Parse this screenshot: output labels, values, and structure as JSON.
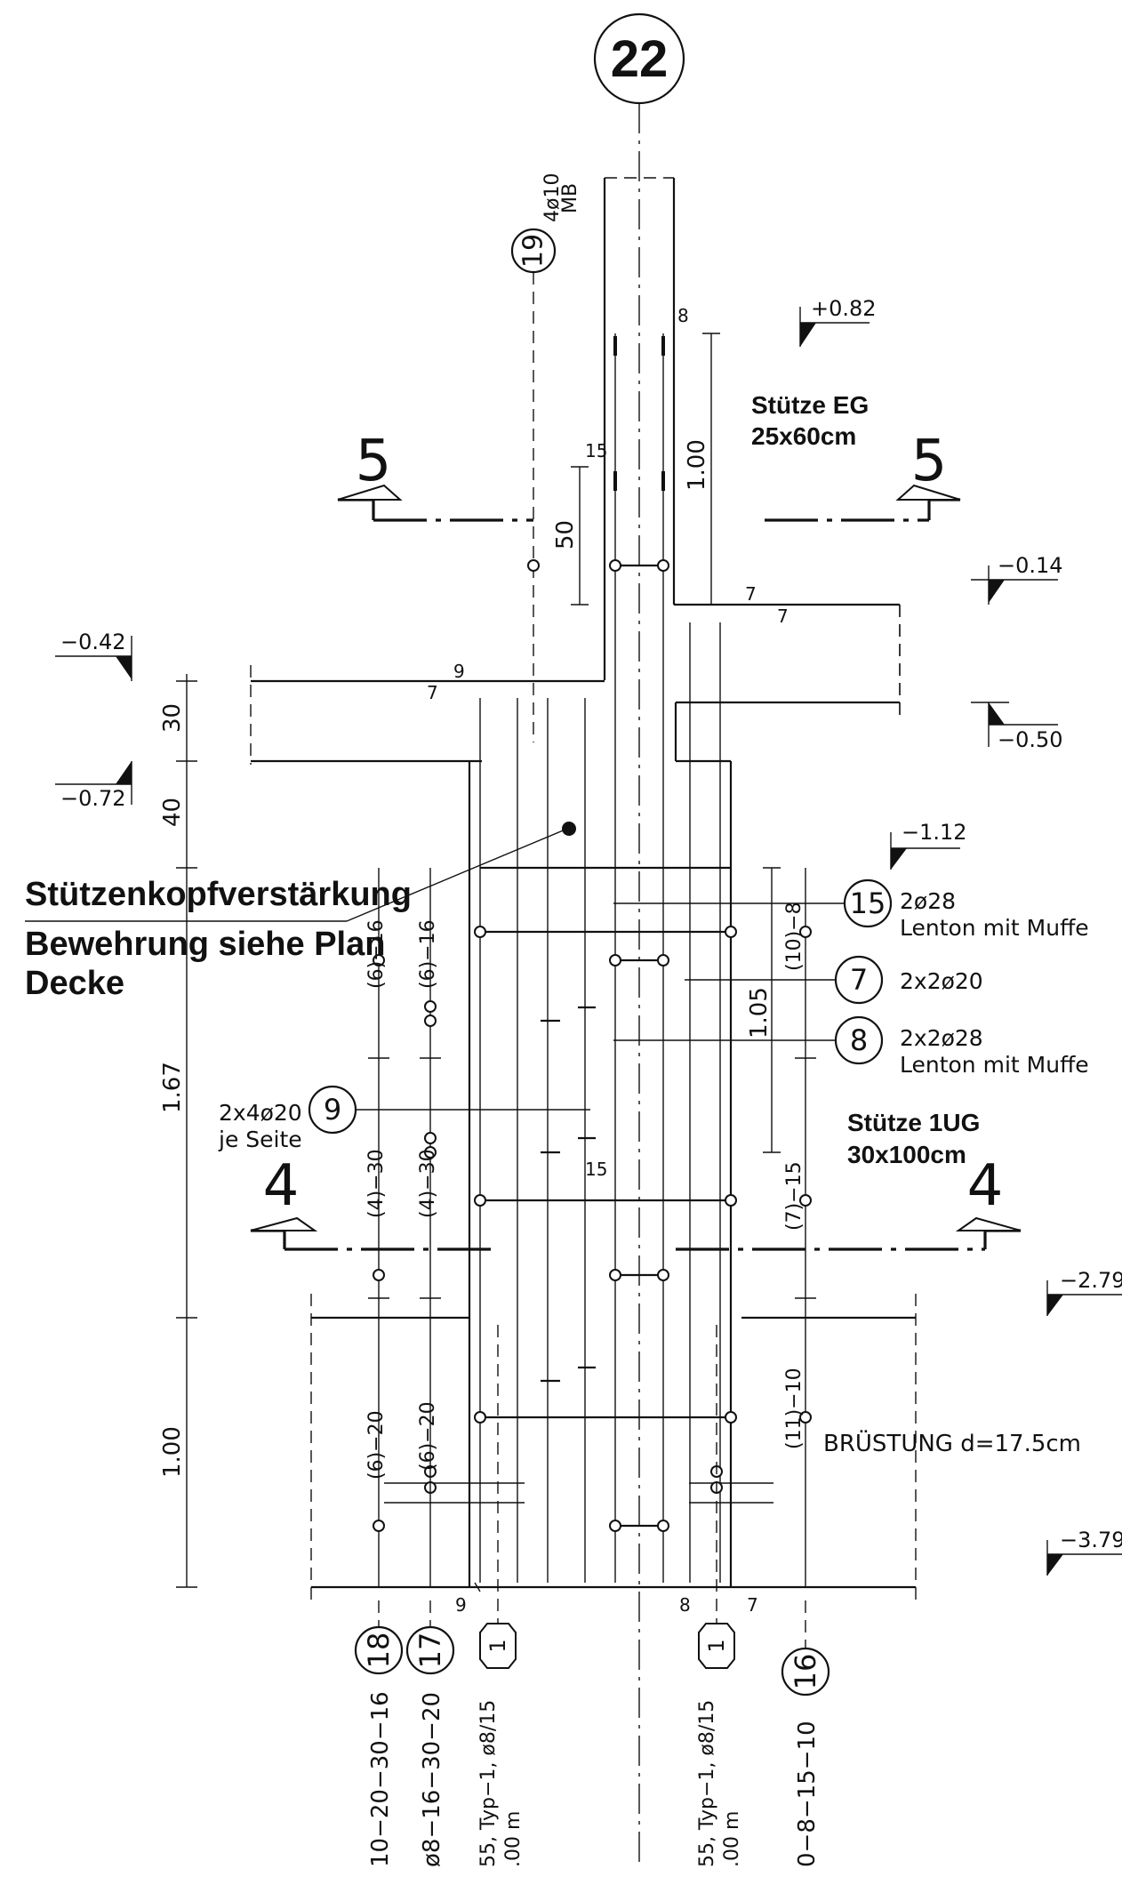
{
  "axis_bubble": "22",
  "sections": {
    "upper_left": "5",
    "upper_right": "5",
    "lower_left": "4",
    "lower_right": "4"
  },
  "levels": {
    "lv_082": "+0.82",
    "lv_014": "−0.14",
    "lv_042": "−0.42",
    "lv_050": "−0.50",
    "lv_072": "−0.72",
    "lv_112": "−1.12",
    "lv_279": "−2.79",
    "lv_379": "−3.79"
  },
  "column_labels": {
    "eg_line1": "Stütze EG",
    "eg_line2": "25x60cm",
    "ug_line1": "Stütze 1UG",
    "ug_line2": "30x100cm",
    "note_line1": "Stützenkopfverstärkung",
    "note_line2": "Bewehrung siehe Plan",
    "note_line3": "Decke",
    "brustung": "BRÜSTUNG d=17.5cm"
  },
  "positions": {
    "p19": {
      "num": "19",
      "text1": "4ø10",
      "text2": "MB"
    },
    "p15": {
      "num": "15",
      "text1": "2ø28",
      "text2": "Lenton mit Muffe"
    },
    "p7": {
      "num": "7",
      "text1": "2x2ø20"
    },
    "p8": {
      "num": "8",
      "text1": "2x2ø28",
      "text2": "Lenton mit Muffe"
    },
    "p9": {
      "num": "9",
      "text1": "2x4ø20",
      "text2": "je Seite"
    },
    "p18": {
      "num": "18",
      "text1": "10−20−30−16"
    },
    "p17": {
      "num": "17",
      "text1": "ø8−16−30−20"
    },
    "p16": {
      "num": "16",
      "text1": "0−8−15−10"
    },
    "t1_left": {
      "num": "1",
      "text1": "55, Typ−1, ø8/15",
      "text2": ".00 m"
    },
    "t1_right": {
      "num": "1",
      "text1": "55, Typ−1, ø8/15",
      "text2": ".00 m"
    }
  },
  "dimensions": {
    "d_100_top": "1.00",
    "d_50": "50",
    "d_15_top": "15",
    "d_8_top": "8",
    "d_7_mid": "7",
    "d_7_left": "7",
    "d_7_right": "7",
    "d_9_top": "9",
    "d_30": "30",
    "d_40": "40",
    "d_167": "1.67",
    "d_100_bottom": "1.00",
    "d_105": "1.05",
    "d_15_mid": "15",
    "d_9_bottom": "9",
    "d_8_bottom": "8",
    "d_7_bottom": "7",
    "st_6_16a": "(6)−16",
    "st_6_16b": "(6)−16",
    "st_4_30a": "(4)−30",
    "st_4_30b": "(4)−30",
    "st_6_20a": "(6)−20",
    "st_6_20b": "(6)−20",
    "st_10_8": "(10)−8",
    "st_7_15": "(7)−15",
    "st_11_10": "(11)−10"
  }
}
